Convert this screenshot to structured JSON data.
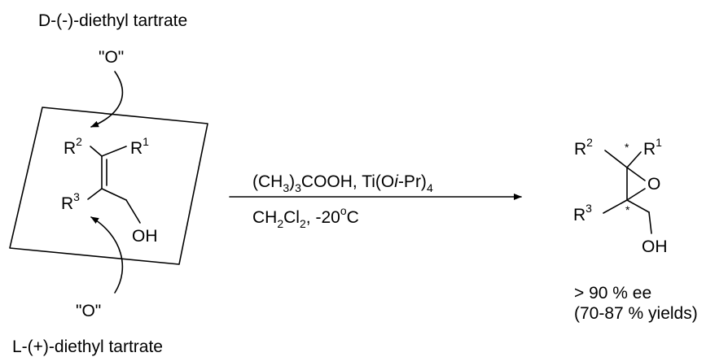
{
  "top_reagent": {
    "label": "D-(-)-diethyl tartrate",
    "oxygen": "\"O\""
  },
  "bottom_reagent": {
    "label": "L-(+)-diethyl tartrate",
    "oxygen": "\"O\""
  },
  "substrate": {
    "r1": "R",
    "r1_sup": "1",
    "r2": "R",
    "r2_sup": "2",
    "r3": "R",
    "r3_sup": "3",
    "oh": "OH"
  },
  "conditions": {
    "top": {
      "p1": "(CH",
      "s1": "3",
      "p2": ")",
      "s2": "3",
      "p3": "COOH, Ti(O",
      "p4": "i",
      "p5": "-Pr)",
      "s3": "4"
    },
    "bottom": {
      "p1": "CH",
      "s1": "2",
      "p2": "Cl",
      "s2": "2",
      "p3": ", -20",
      "sup": "o",
      "p4": "C"
    }
  },
  "product": {
    "r1": "R",
    "r1_sup": "1",
    "r2": "R",
    "r2_sup": "2",
    "r3": "R",
    "r3_sup": "3",
    "o": "O",
    "oh": "OH",
    "star": "*",
    "ee": "> 90 % ee",
    "yields": "(70-87 % yields)"
  }
}
